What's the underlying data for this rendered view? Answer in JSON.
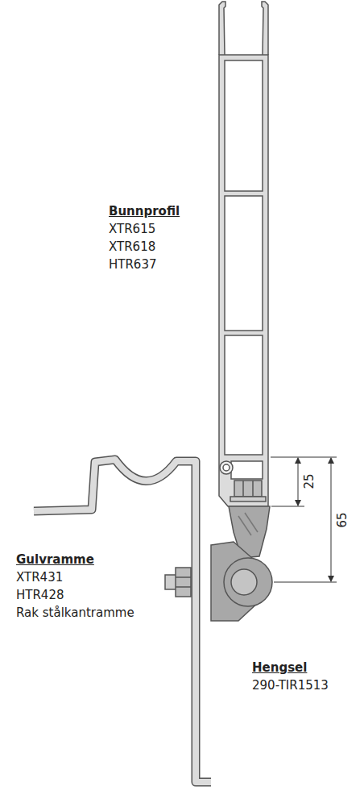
{
  "diagram": {
    "labels": [
      "Bunnprofil",
      "XTR615",
      "XTR618",
      "HTR637",
      "25",
      "65",
      "Gulvramme",
      "XTR431",
      "HTR428",
      "Rak stålkantramme",
      "Hengsel",
      "290-TIR1513"
    ]
  }
}
